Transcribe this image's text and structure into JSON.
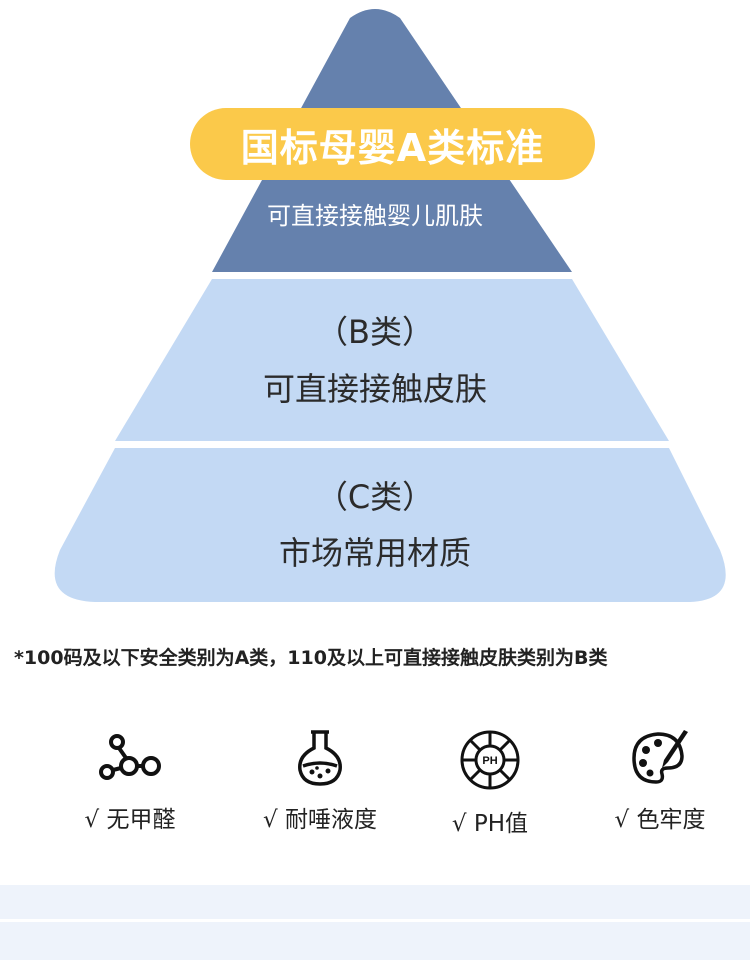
{
  "pyramid": {
    "top": {
      "badge": "国标母婴A类标准",
      "subtitle": "可直接接触婴儿肌肤"
    },
    "middle": {
      "class": "（B类）",
      "desc": "可直接接触皮肤"
    },
    "base": {
      "class": "（C类）",
      "desc": "市场常用材质"
    },
    "colors": {
      "top": "#6581ad",
      "middle": "#c3d9f4",
      "base": "#c3d9f4",
      "badge": "#fbc94a"
    }
  },
  "footnote": "*100码及以下安全类别为A类，110及以上可直接接触皮肤类别为B类",
  "features": [
    {
      "icon": "molecule-icon",
      "label": "√ 无甲醛"
    },
    {
      "icon": "flask-icon",
      "label": "√ 耐唾液度"
    },
    {
      "icon": "ph-dial-icon",
      "label": "√ PH值"
    },
    {
      "icon": "palette-icon",
      "label": "√ 色牢度"
    }
  ],
  "ph_icon_text": "PH"
}
